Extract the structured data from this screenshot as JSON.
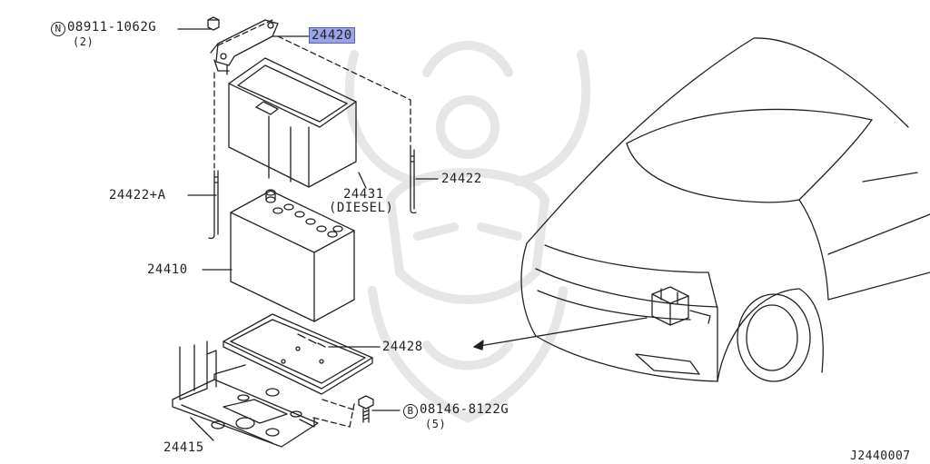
{
  "callouts": {
    "nut": {
      "prefix": "N",
      "part": "08911-1062G",
      "qty": "(2)"
    },
    "frame": {
      "part": "24420"
    },
    "rod_a": {
      "part": "24422+A"
    },
    "cover": {
      "part": "24431",
      "note": "(DIESEL)"
    },
    "rod": {
      "part": "24422"
    },
    "battery": {
      "part": "24410"
    },
    "tray": {
      "part": "24428"
    },
    "bolt": {
      "prefix": "B",
      "part": "08146-8122G",
      "qty": "(5)"
    },
    "bracket": {
      "part": "24415"
    }
  },
  "diagram_code": "J2440007",
  "colors": {
    "highlight": "#9aa3e6",
    "line": "#222222",
    "watermark": "#e6e6e6"
  }
}
